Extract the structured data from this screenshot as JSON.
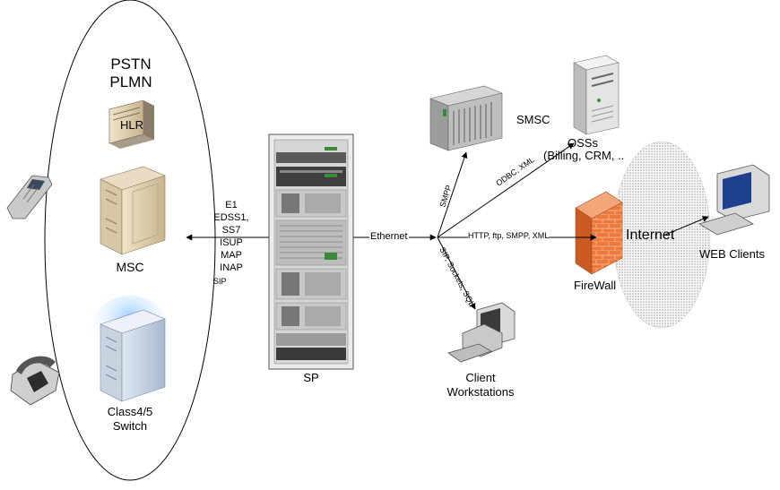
{
  "network": {
    "title_line1": "PSTN",
    "title_line2": "PLMN",
    "hlr": "HLR",
    "msc": "MSC",
    "switch_line1": "Class4/5",
    "switch_line2": "Switch"
  },
  "protocols": [
    "E1",
    "EDSS1,",
    "SS7",
    "ISUP",
    "MAP",
    "INAP",
    "SIP"
  ],
  "sp_label": "SP",
  "ethernet_label": "Ethernet",
  "links": {
    "smpp": "SMPP",
    "odbc": "ODBC, XML",
    "http": "HTTP, ftp, SMPP, XML",
    "sip": "SIP, Sockets, SQL"
  },
  "smsc_label": "SMSC",
  "oss_line1": "OSSs",
  "oss_line2": "(Billing, CRM, ..",
  "internet_label": "Internet",
  "firewall_label": "FireWall",
  "web_clients_label": "WEB Clients",
  "workstation_line1": "Client",
  "workstation_line2": "Workstations",
  "colors": {
    "firewall": "#e8743b",
    "switch_glow": "#7fb3e6",
    "cloud_dots": "#9a9a9a"
  }
}
